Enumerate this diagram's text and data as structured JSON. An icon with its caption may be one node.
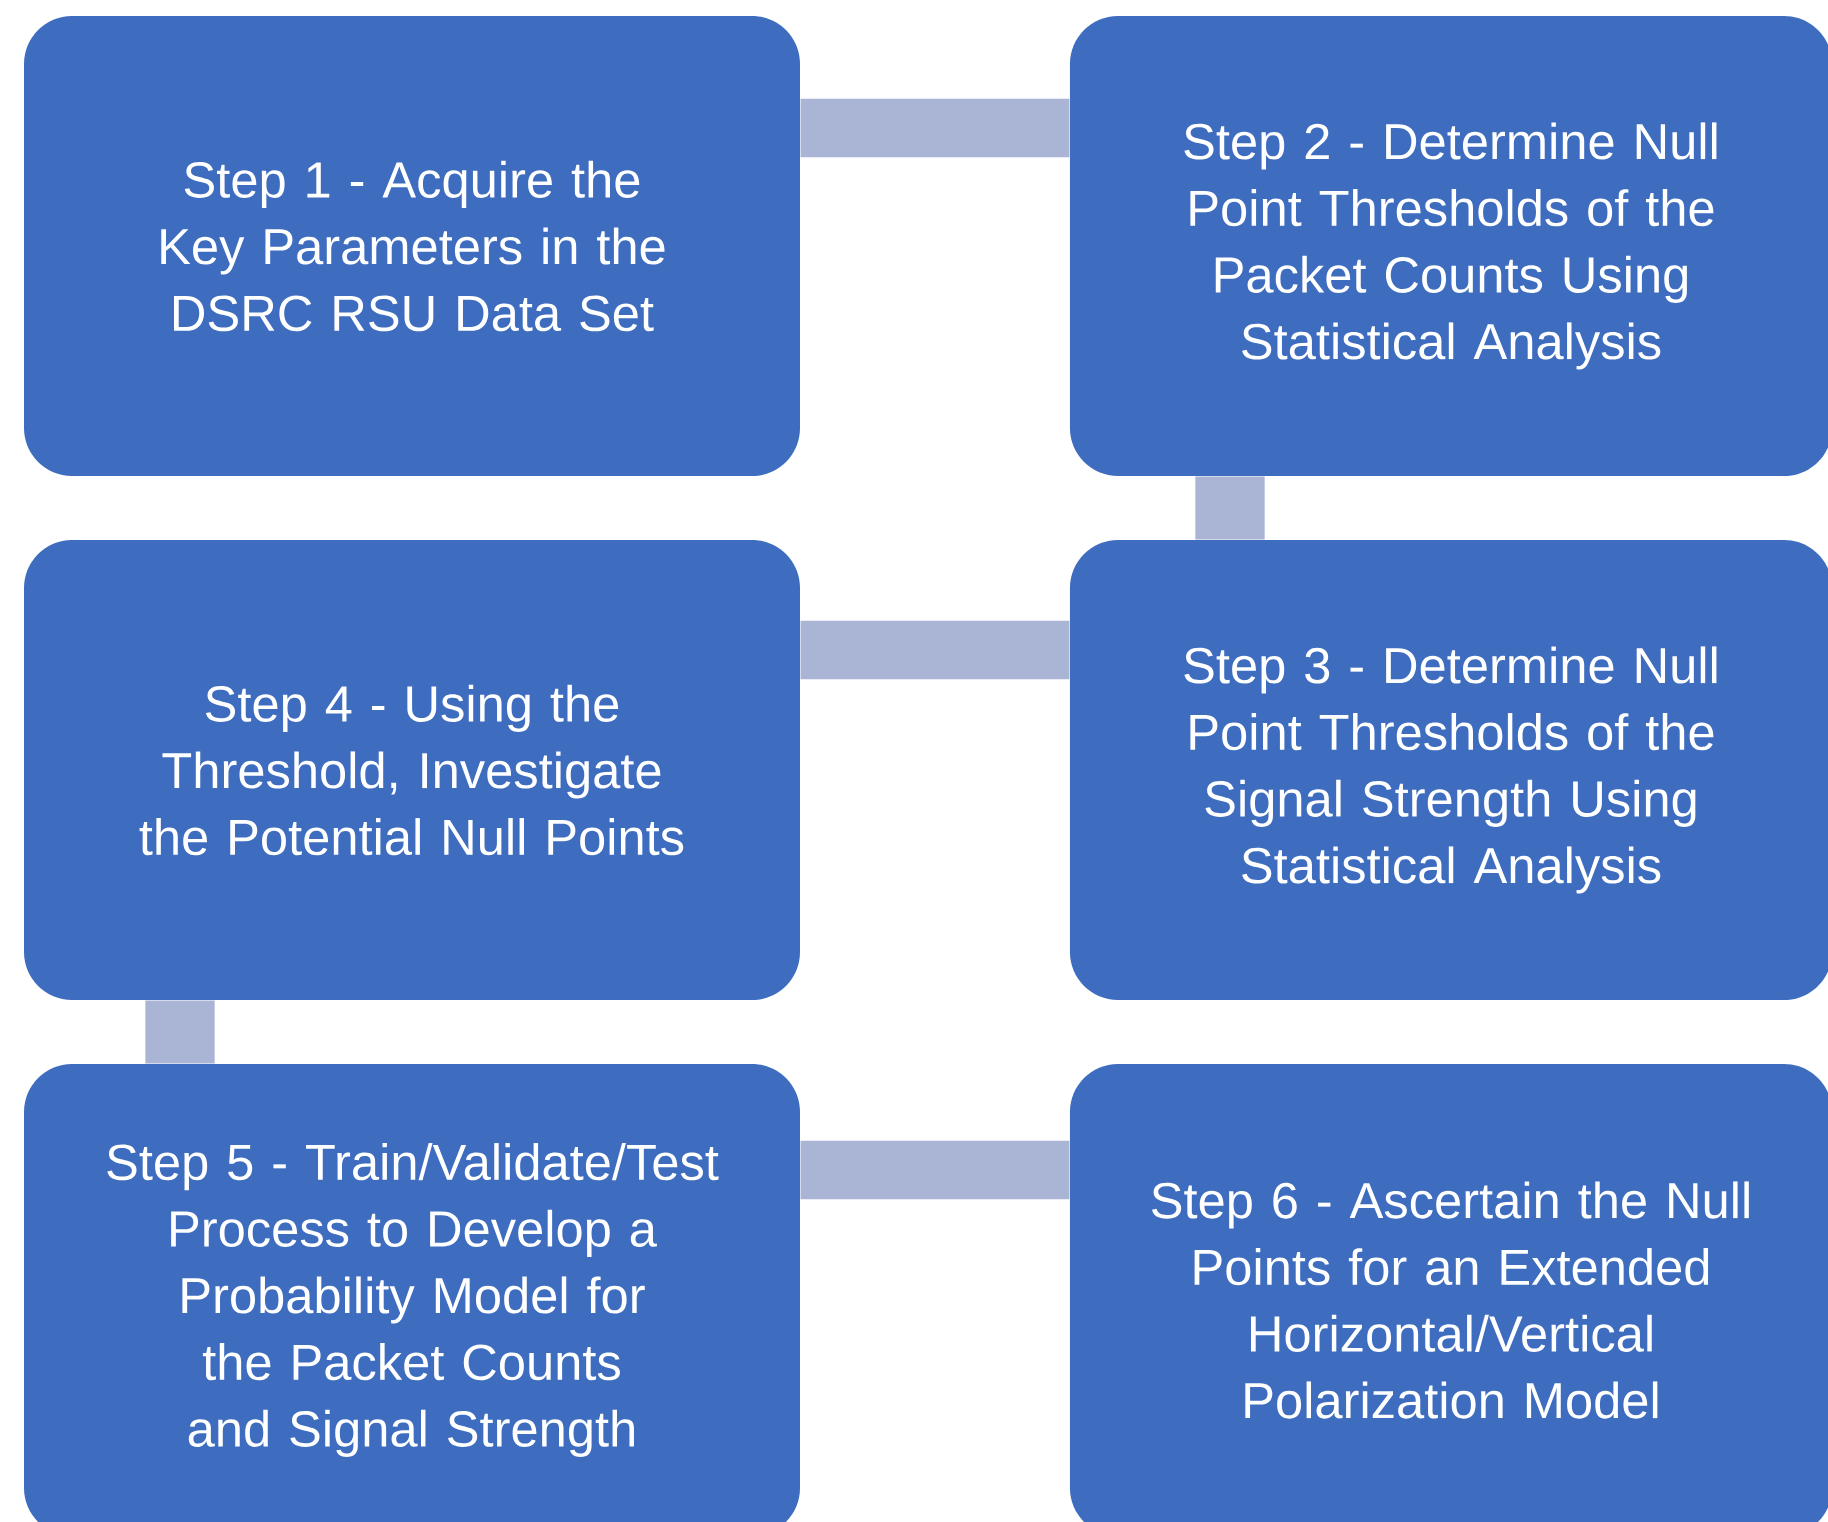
{
  "diagram": {
    "nodes": [
      {
        "text": [
          "Step 1 - Acquire the Key Parameters in the DSRC RSU Data Set"
        ]
      },
      {
        "text": [
          "Step 2 - Determine Null Point Thresholds of the Packet Counts Using Statistical Analysis"
        ]
      },
      {
        "text": [
          "Step 3 - Determine Null Point Thresholds of the Signal Strength Using Statistical Analysis"
        ]
      },
      {
        "text": [
          "Step 4 - Using the Threshold, Investigate the Potential Null Points"
        ]
      },
      {
        "text": [
          "Step 5 - Train/Validate/Test Process to Develop a Probability Model for the Packet Counts and Signal Strength"
        ]
      },
      {
        "text": [
          "Step 6 - Ascertain the Null Points for an Extended Horizontal/Vertical Polarization Model"
        ]
      }
    ],
    "edges": [
      {
        "from": 0,
        "to": 1,
        "arrow": "none"
      },
      {
        "from": 1,
        "to": 2,
        "arrow": "none"
      },
      {
        "from": 2,
        "to": 3,
        "arrow": "none"
      },
      {
        "from": 3,
        "to": 4,
        "arrow": "none"
      },
      {
        "from": 4,
        "to": 5,
        "arrow": "none"
      }
    ]
  }
}
